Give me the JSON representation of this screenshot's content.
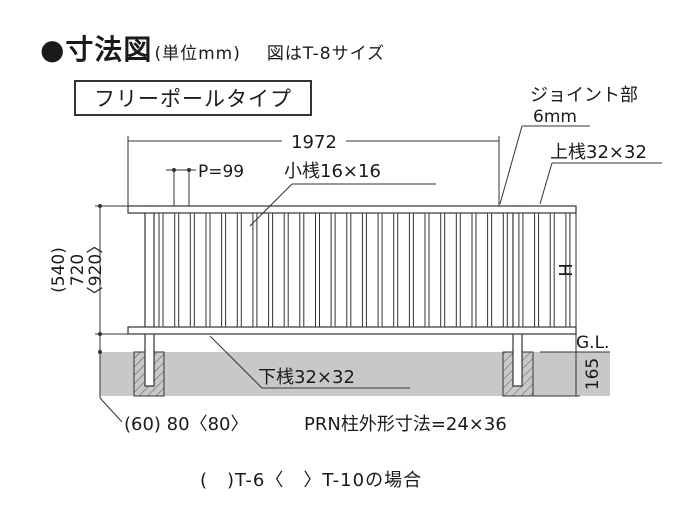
{
  "heading": {
    "title": "●寸法図",
    "unit": "(単位mm)",
    "note": "図はT-8サイズ"
  },
  "type_label": "フリーポールタイプ",
  "labels": {
    "joint": "ジョイント部",
    "joint_size": "6mm",
    "width": "1972",
    "upper_rail": "上桟32×32",
    "pitch": "P=99",
    "small_bar": "小桟16×16",
    "h540": "(540)",
    "h720": "720",
    "h920": "〈920〉",
    "h_mark": "H",
    "gl": "G.L.",
    "depth": "165",
    "lower_rail": "下桟32×32",
    "bottom_dims": "(60) 80〈80〉",
    "post_size": "PRN柱外形寸法=24×36"
  },
  "footnote": "(　)T-6〈　〉T-10の場合",
  "colors": {
    "line": "#333333",
    "ground": "#c8c8c8",
    "foundation": "#e6e6e6"
  }
}
